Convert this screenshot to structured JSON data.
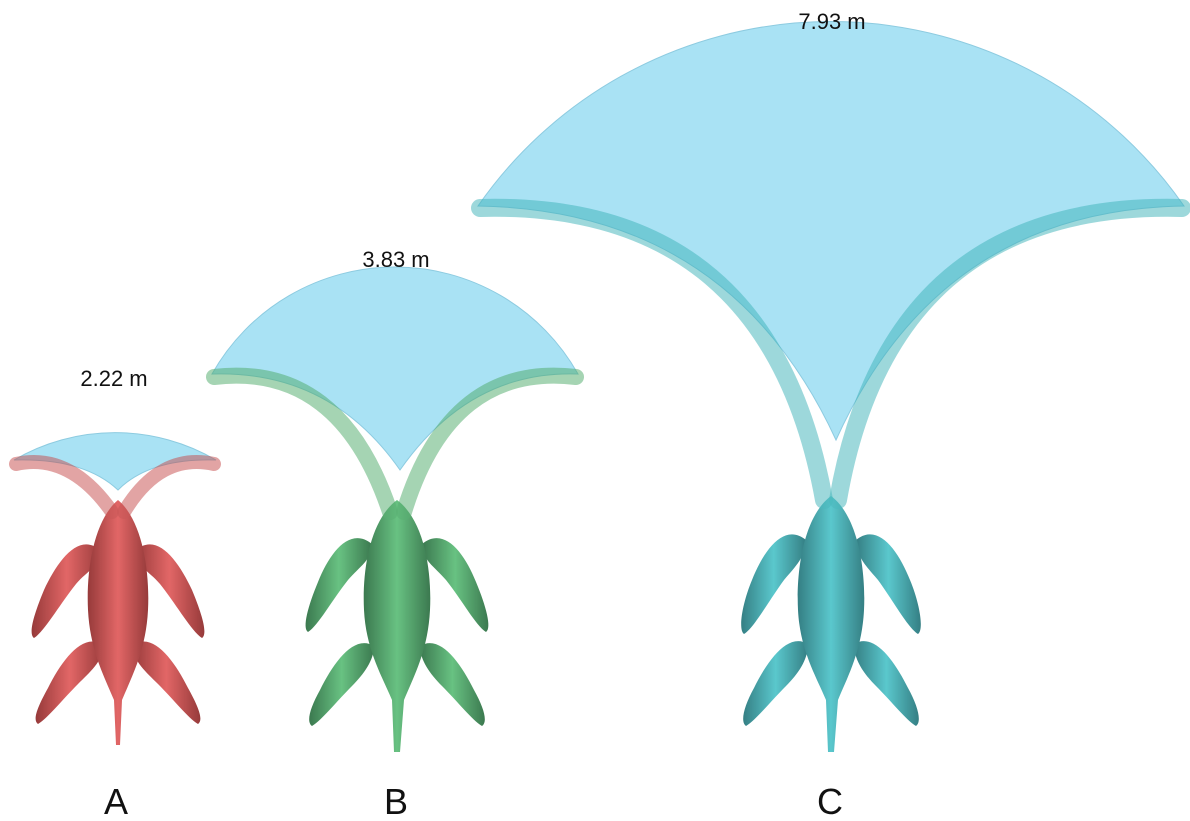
{
  "figure": {
    "colors": {
      "reach_area": "#a9e2f4",
      "reach_area_edge": "#8dcbe0",
      "text": "#111111"
    },
    "panels": [
      {
        "id": "A",
        "label": "A",
        "span_label": "2.22 m",
        "body_color": "#d44a4a",
        "body_dark": "#8e2a2a"
      },
      {
        "id": "B",
        "label": "B",
        "span_label": "3.83 m",
        "body_color": "#4caa68",
        "body_dark": "#2b6e41"
      },
      {
        "id": "C",
        "label": "C",
        "span_label": "7.93 m",
        "body_color": "#3cb2b8",
        "body_dark": "#237479"
      }
    ]
  }
}
